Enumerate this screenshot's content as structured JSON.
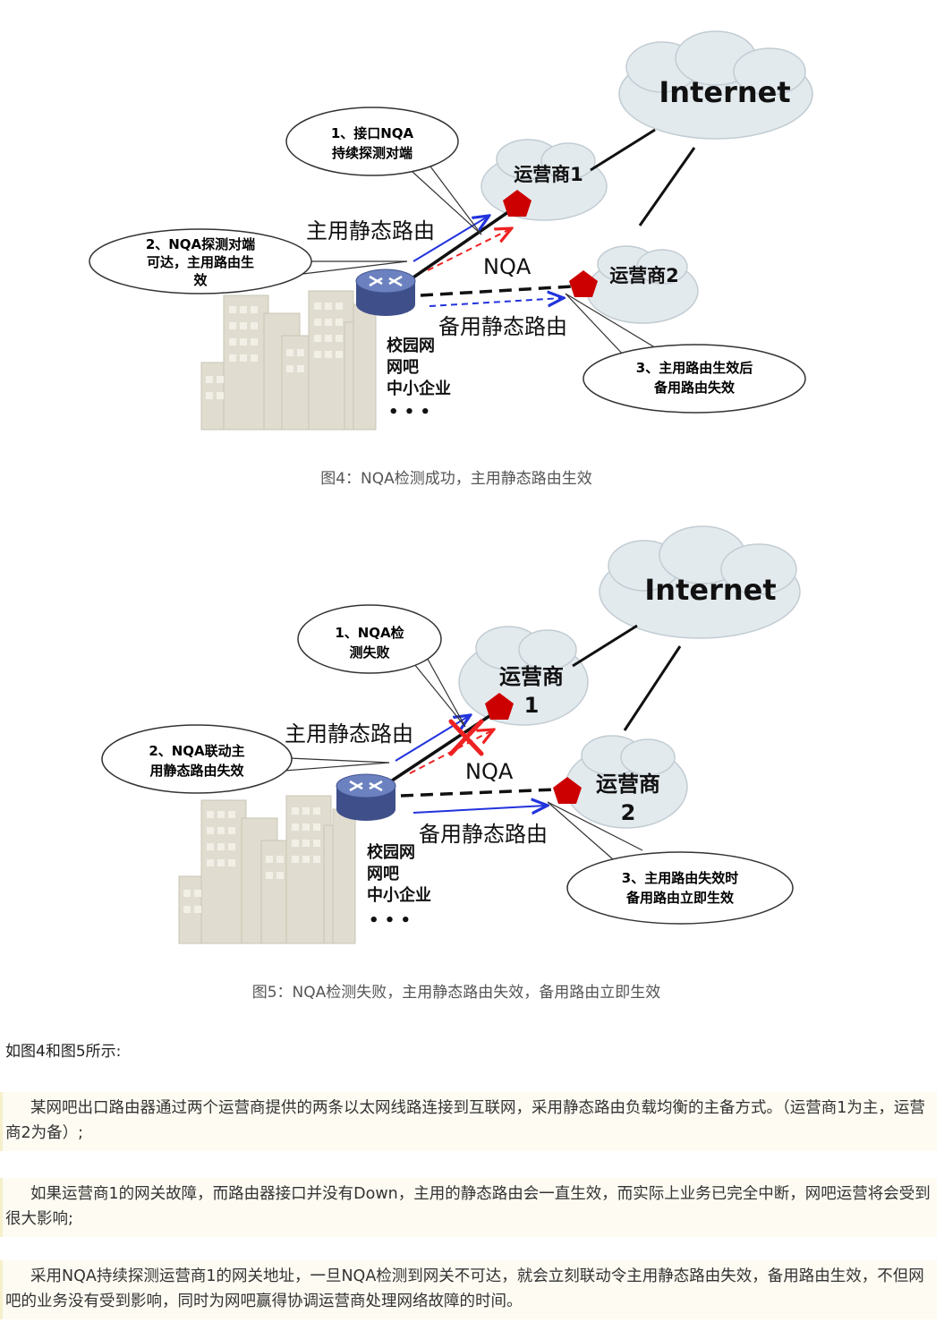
{
  "figure4": {
    "internet": "Internet",
    "isp1": "运营商1",
    "isp2": "运营商2",
    "callout1": [
      "1、接口NQA",
      "持续探测对端"
    ],
    "callout2": [
      "2、NQA探测对端",
      "可达，主用路由生",
      "效"
    ],
    "callout3": [
      "3、主用路由生效后",
      "备用路由失效"
    ],
    "primary_route": "主用静态路由",
    "backup_route": "备用静态路由",
    "nqa": "NQA",
    "sites": [
      "校园网",
      "网吧",
      "中小企业",
      "• • •"
    ],
    "caption": "图4：NQA检测成功，主用静态路由生效"
  },
  "figure5": {
    "internet": "Internet",
    "isp1": [
      "运营商",
      "1"
    ],
    "isp2": [
      "运营商",
      "2"
    ],
    "callout1": [
      "1、NQA检",
      "测失败"
    ],
    "callout2": [
      "2、NQA联动主",
      "用静态路由失效"
    ],
    "callout3": [
      "3、主用路由失效时",
      "备用路由立即生效"
    ],
    "primary_route": "主用静态路由",
    "backup_route": "备用静态路由",
    "nqa": "NQA",
    "sites": [
      "校园网",
      "网吧",
      "中小企业",
      "• • •"
    ],
    "caption": "图5：NQA检测失败，主用静态路由失效，备用路由立即生效"
  },
  "intro": "如图4和图5所示:",
  "paragraphs": [
    "某网吧出口路由器通过两个运营商提供的两条以太网线路连接到互联网，采用静态路由负载均衡的主备方式。（运营商1为主，运营商2为备）;",
    "如果运营商1的网关故障，而路由器接口并没有Down，主用的静态路由会一直生效，而实际上业务已完全中断，网吧运营将会受到很大影响;",
    "采用NQA持续探测运营商1的网关地址，一旦NQA检测到网关不可达，就会立刻联动令主用静态路由失效，备用路由生效，不但网吧的业务没有受到影响，同时为网吧赢得协调运营商处理网络故障的时间。"
  ],
  "colors": {
    "cloud": "#e3eaee",
    "building": "#e0ddd0",
    "isp_marker": "#cc0000",
    "primary_arrow": "#2233dd",
    "nqa_arrow": "#ee2222",
    "router": "#5a6fae"
  }
}
